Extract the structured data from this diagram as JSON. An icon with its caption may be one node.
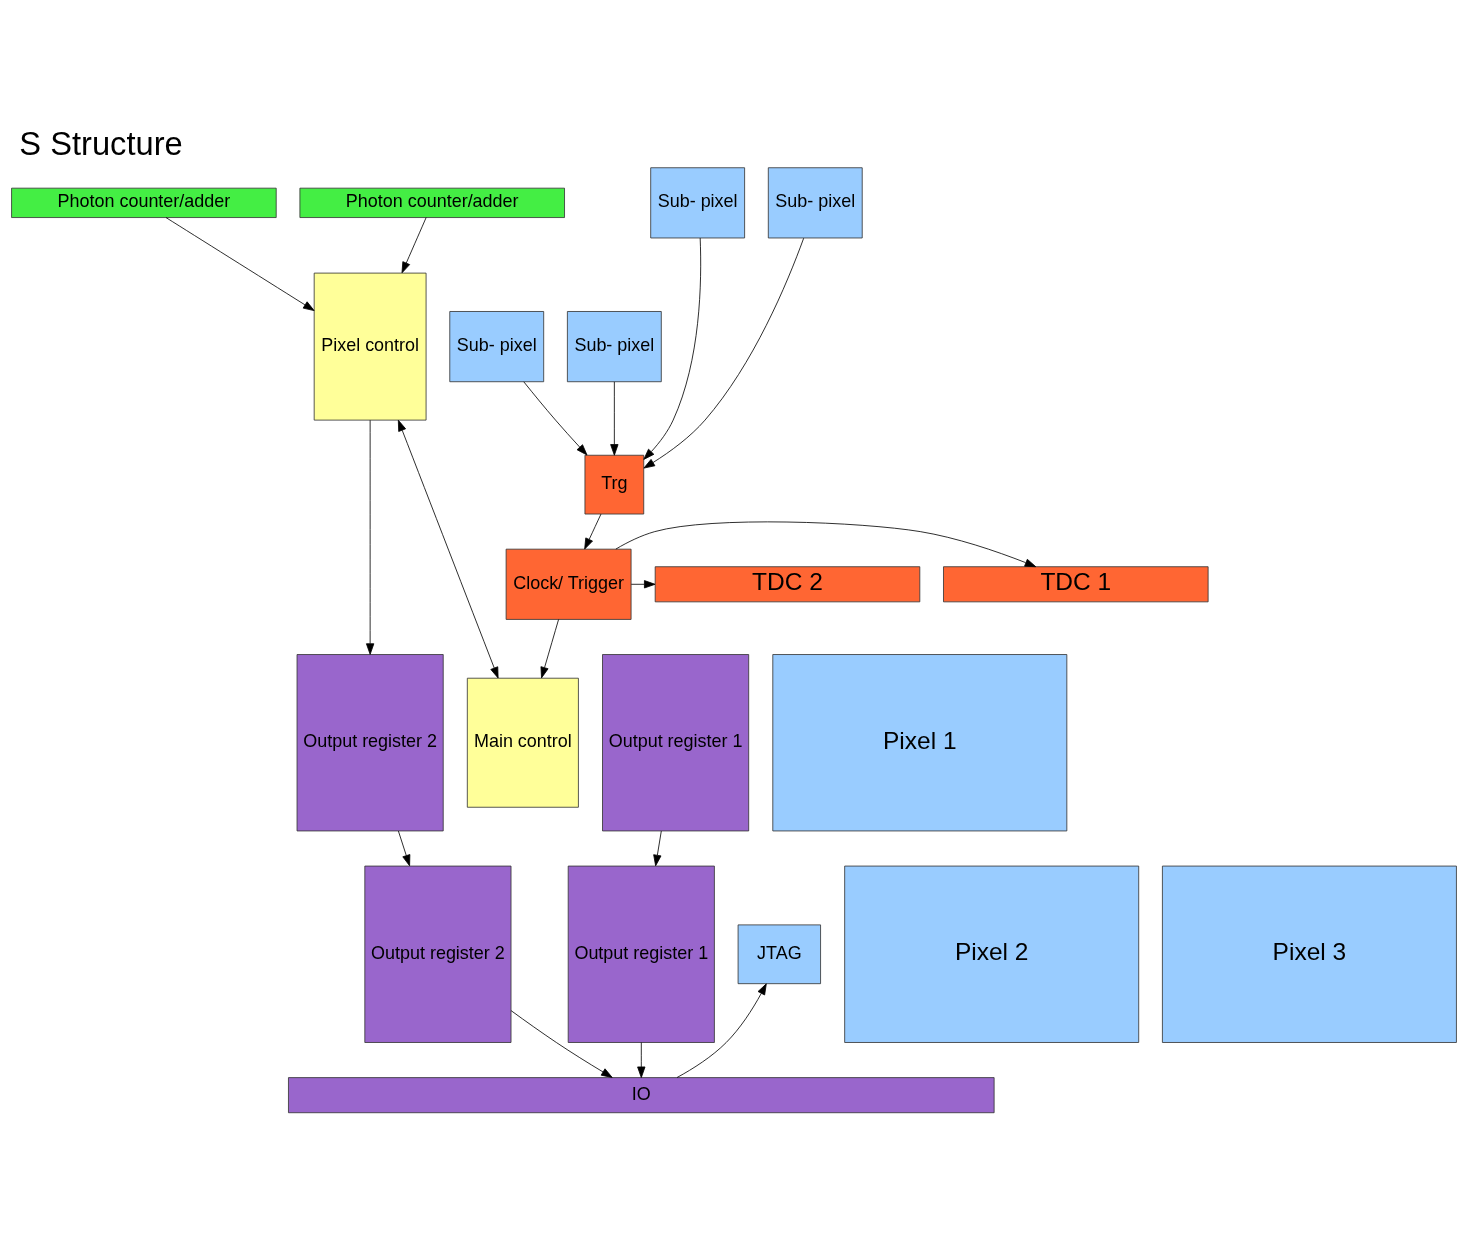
{
  "diagram": {
    "title": "S Structure",
    "nodes": [
      {
        "text": [
          "Photon counter/adder"
        ]
      },
      {
        "text": [
          "Pixel control"
        ]
      },
      {
        "text": [
          "Sub- pixel"
        ]
      },
      {
        "text": [
          "Sub- pixel"
        ]
      },
      {
        "text": [
          "Trg"
        ]
      },
      {
        "text": [
          "Sub- pixel"
        ]
      },
      {
        "text": [
          "Sub- pixel"
        ]
      },
      {
        "text": [
          "Photon counter/adder"
        ]
      },
      {
        "text": [
          "Pixel 1"
        ]
      },
      {
        "text": [
          "Output register 1"
        ]
      },
      {
        "text": [
          "Main control"
        ]
      },
      {
        "text": [
          "Output register 2"
        ]
      },
      {
        "text": [
          "TDC 1"
        ]
      },
      {
        "text": [
          "Clock/ Trigger"
        ]
      },
      {
        "text": [
          "TDC 2"
        ]
      },
      {
        "text": [
          "Pixel 2"
        ]
      },
      {
        "text": [
          "Output register 1"
        ]
      },
      {
        "text": [
          "JTAG"
        ]
      },
      {
        "text": [
          "Output register 2"
        ]
      },
      {
        "text": [
          "Pixel 3"
        ]
      },
      {
        "text": [
          "IO"
        ]
      }
    ],
    "edges": [
      {
        "from": 0,
        "to": 1,
        "arrow": "to"
      },
      {
        "from": 10,
        "to": 1,
        "arrow": "both"
      },
      {
        "from": 2,
        "to": 4,
        "arrow": "to"
      },
      {
        "from": 3,
        "to": 4,
        "arrow": "to"
      },
      {
        "from": 5,
        "to": 4,
        "arrow": "to"
      },
      {
        "from": 6,
        "to": 4,
        "arrow": "to"
      },
      {
        "from": 1,
        "to": 11,
        "arrow": "to"
      },
      {
        "from": 7,
        "to": 1,
        "arrow": "to"
      },
      {
        "from": 4,
        "to": 13,
        "arrow": "to"
      },
      {
        "from": 13,
        "to": 10,
        "arrow": "to"
      },
      {
        "from": 13,
        "to": 12,
        "arrow": "to"
      },
      {
        "from": 13,
        "to": 14,
        "arrow": "to"
      },
      {
        "from": 9,
        "to": 16,
        "arrow": "to"
      },
      {
        "from": 11,
        "to": 18,
        "arrow": "to"
      },
      {
        "from": 16,
        "to": 20,
        "arrow": "to"
      },
      {
        "from": 18,
        "to": 20,
        "arrow": "to"
      },
      {
        "from": 20,
        "to": 17,
        "arrow": "to"
      }
    ]
  }
}
